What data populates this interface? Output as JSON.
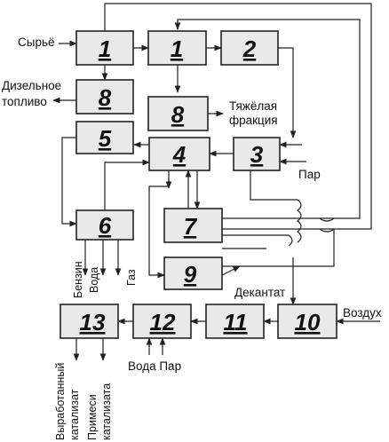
{
  "blocks": {
    "b1a": "1",
    "b1b": "1",
    "b2": "2",
    "b8a": "8",
    "b8b": "8",
    "b5": "5",
    "b4": "4",
    "b3": "3",
    "b6": "6",
    "b7": "7",
    "b9": "9",
    "b13": "13",
    "b12": "12",
    "b11": "11",
    "b10": "10"
  },
  "labels": {
    "feed": "Сырьё",
    "diesel_1": "Дизельное",
    "diesel_2": "топливо",
    "heavy_1": "Тяжёлая",
    "heavy_2": "фракция",
    "steam_right": "Пар",
    "gasoline": "Бензин",
    "water_6": "Вода",
    "gas": "Газ",
    "decantate": "Декантат",
    "air": "Воздух",
    "water_steam": "Вода Пар",
    "spent_1": "Выработанный",
    "spent_2": "катализат",
    "impurities_1": "Примеси",
    "impurities_2": "катализата"
  }
}
